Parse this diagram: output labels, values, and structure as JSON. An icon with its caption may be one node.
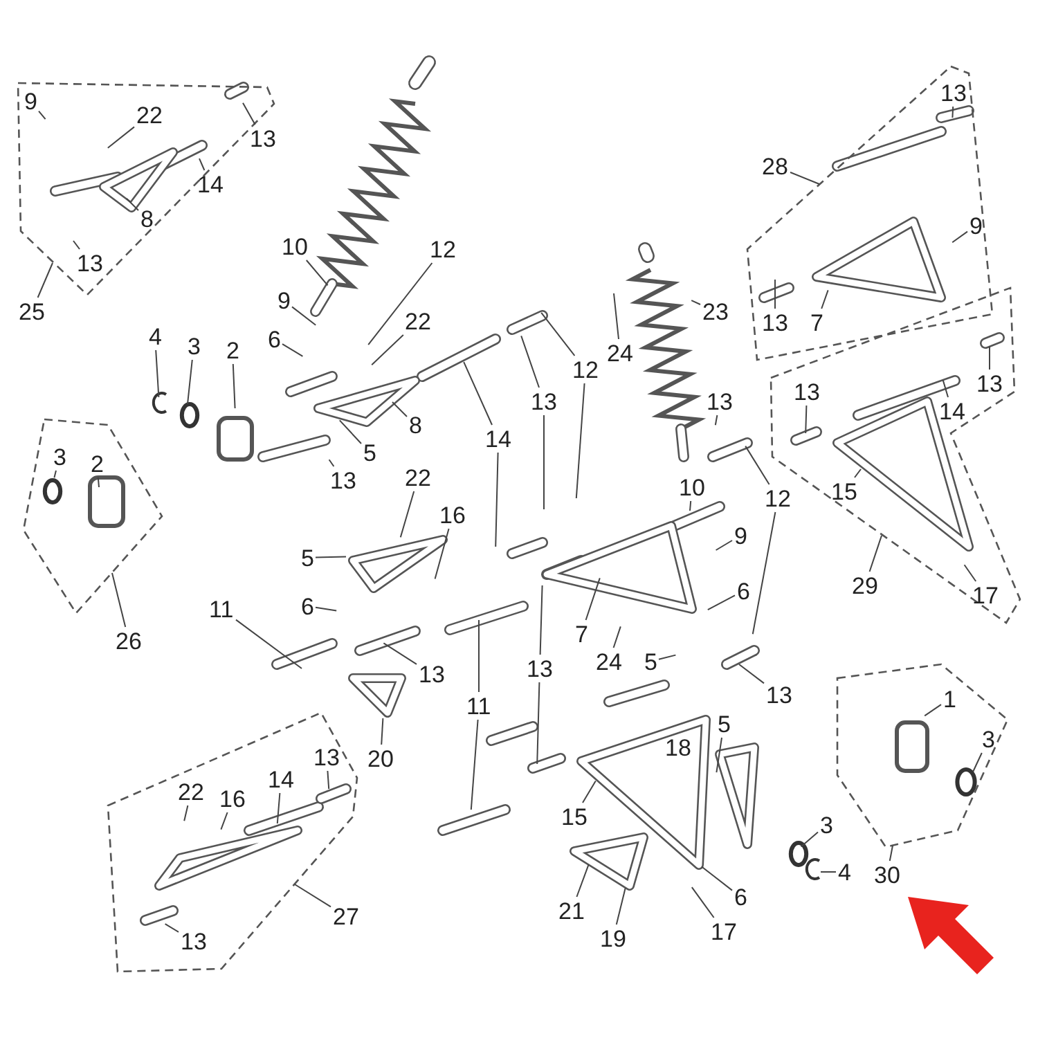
{
  "diagram": {
    "nodes": [
      {
        "text": [],
        "shape": "polygon"
      },
      {
        "text": [
          "9"
        ],
        "in": 0
      },
      {
        "text": [
          "22"
        ],
        "in": 0
      },
      {
        "text": [
          "13"
        ],
        "in": 0
      },
      {
        "text": [
          "14"
        ],
        "in": 0
      },
      {
        "text": [
          "8"
        ],
        "in": 0
      },
      {
        "text": [
          "13"
        ],
        "in": 0
      },
      {
        "text": [
          "25"
        ]
      },
      {
        "text": [],
        "shape": "polygon"
      },
      {
        "text": [
          "3"
        ],
        "in": 8
      },
      {
        "text": [
          "2"
        ],
        "in": 8
      },
      {
        "text": [
          "26"
        ]
      },
      {
        "text": [],
        "shape": "polygon"
      },
      {
        "text": [
          "13"
        ],
        "in": 12
      },
      {
        "text": [
          "9"
        ],
        "in": 12
      },
      {
        "text": [
          "13"
        ],
        "in": 12
      },
      {
        "text": [
          "7"
        ],
        "in": 12
      },
      {
        "text": [
          "28"
        ]
      },
      {
        "text": [],
        "shape": "polygon"
      },
      {
        "text": [
          "13"
        ],
        "in": 18
      },
      {
        "text": [
          "14"
        ],
        "in": 18
      },
      {
        "text": [
          "13"
        ],
        "in": 18
      },
      {
        "text": [
          "15"
        ],
        "in": 18
      },
      {
        "text": [
          "17"
        ],
        "in": 18
      },
      {
        "text": [
          "29"
        ]
      },
      {
        "text": [],
        "shape": "polygon"
      },
      {
        "text": [
          "22"
        ],
        "in": 25
      },
      {
        "text": [
          "16"
        ],
        "in": 25
      },
      {
        "text": [
          "14"
        ],
        "in": 25
      },
      {
        "text": [
          "13"
        ],
        "in": 25
      },
      {
        "text": [
          "13"
        ],
        "in": 25
      },
      {
        "text": [
          "27"
        ]
      },
      {
        "text": [],
        "shape": "polygon"
      },
      {
        "text": [
          "1"
        ],
        "in": 32
      },
      {
        "text": [
          "3"
        ],
        "in": 32
      },
      {
        "text": [
          "30"
        ]
      },
      {
        "text": [
          "12"
        ]
      },
      {
        "text": [
          "10"
        ]
      },
      {
        "text": [
          "9"
        ]
      },
      {
        "text": [
          "6"
        ]
      },
      {
        "text": [
          "22"
        ]
      },
      {
        "text": [
          "4"
        ]
      },
      {
        "text": [
          "3"
        ]
      },
      {
        "text": [
          "2"
        ]
      },
      {
        "text": [
          "8"
        ]
      },
      {
        "text": [
          "5"
        ]
      },
      {
        "text": [
          "13"
        ]
      },
      {
        "text": [
          "14"
        ]
      },
      {
        "text": [
          "13"
        ]
      },
      {
        "text": [
          "12"
        ]
      },
      {
        "text": [
          "24"
        ]
      },
      {
        "text": [
          "23"
        ]
      },
      {
        "text": [
          "13"
        ]
      },
      {
        "text": [
          "10"
        ]
      },
      {
        "text": [
          "12"
        ]
      },
      {
        "text": [
          "9"
        ]
      },
      {
        "text": [
          "6"
        ]
      },
      {
        "text": [
          "11"
        ]
      },
      {
        "text": [
          "22"
        ]
      },
      {
        "text": [
          "16"
        ]
      },
      {
        "text": [
          "5"
        ]
      },
      {
        "text": [
          "6"
        ]
      },
      {
        "text": [
          "13"
        ]
      },
      {
        "text": [
          "7"
        ]
      },
      {
        "text": [
          "24"
        ]
      },
      {
        "text": [
          "5"
        ]
      },
      {
        "text": [
          "13"
        ]
      },
      {
        "text": [
          "13"
        ]
      },
      {
        "text": [
          "11"
        ]
      },
      {
        "text": [
          "20"
        ]
      },
      {
        "text": [
          "15"
        ]
      },
      {
        "text": [
          "5"
        ]
      },
      {
        "text": [
          "3"
        ]
      },
      {
        "text": [
          "4"
        ]
      },
      {
        "text": [
          "21"
        ]
      },
      {
        "text": [
          "19"
        ]
      },
      {
        "text": [
          "6"
        ]
      },
      {
        "text": [
          "17"
        ]
      }
    ],
    "edges": [
      {
        "from": 1,
        "to": null,
        "arrow": "none"
      },
      {
        "from": 2,
        "to": null,
        "arrow": "none"
      },
      {
        "from": 3,
        "to": null,
        "arrow": "none"
      },
      {
        "from": 4,
        "to": null,
        "arrow": "none"
      },
      {
        "from": 5,
        "to": null,
        "arrow": "none"
      },
      {
        "from": 6,
        "to": null,
        "arrow": "none"
      },
      {
        "from": 7,
        "to": 0,
        "arrow": "none"
      },
      {
        "from": 9,
        "to": null,
        "arrow": "none"
      },
      {
        "from": 10,
        "to": null,
        "arrow": "none"
      },
      {
        "from": 11,
        "to": 8,
        "arrow": "none"
      },
      {
        "from": 13,
        "to": null,
        "arrow": "none"
      },
      {
        "from": 14,
        "to": null,
        "arrow": "none"
      },
      {
        "from": 15,
        "to": null,
        "arrow": "none"
      },
      {
        "from": 16,
        "to": null,
        "arrow": "none"
      },
      {
        "from": 17,
        "to": 12,
        "arrow": "none"
      },
      {
        "from": 19,
        "to": null,
        "arrow": "none"
      },
      {
        "from": 20,
        "to": null,
        "arrow": "none"
      },
      {
        "from": 21,
        "to": null,
        "arrow": "none"
      },
      {
        "from": 22,
        "to": null,
        "arrow": "none"
      },
      {
        "from": 23,
        "to": null,
        "arrow": "none"
      },
      {
        "from": 24,
        "to": 18,
        "arrow": "none"
      },
      {
        "from": 26,
        "to": null,
        "arrow": "none"
      },
      {
        "from": 27,
        "to": null,
        "arrow": "none"
      },
      {
        "from": 28,
        "to": null,
        "arrow": "none"
      },
      {
        "from": 29,
        "to": null,
        "arrow": "none"
      },
      {
        "from": 30,
        "to": null,
        "arrow": "none"
      },
      {
        "from": 31,
        "to": 25,
        "arrow": "none"
      },
      {
        "from": 33,
        "to": null,
        "arrow": "none"
      },
      {
        "from": 34,
        "to": null,
        "arrow": "none"
      },
      {
        "from": 35,
        "to": 32,
        "arrow": "none"
      },
      {
        "from": 36,
        "to": null,
        "arrow": "none"
      },
      {
        "from": 37,
        "to": null,
        "arrow": "none"
      },
      {
        "from": 38,
        "to": null,
        "arrow": "none"
      },
      {
        "from": 39,
        "to": null,
        "arrow": "none"
      },
      {
        "from": 40,
        "to": null,
        "arrow": "none"
      },
      {
        "from": 41,
        "to": null,
        "arrow": "none"
      },
      {
        "from": 42,
        "to": null,
        "arrow": "none"
      },
      {
        "from": 43,
        "to": null,
        "arrow": "none"
      },
      {
        "from": 44,
        "to": null,
        "arrow": "none"
      },
      {
        "from": 45,
        "to": null,
        "arrow": "none"
      },
      {
        "from": 46,
        "to": null,
        "arrow": "none"
      },
      {
        "from": 47,
        "to": null,
        "arrow": "none"
      },
      {
        "from": 47,
        "to": null,
        "arrow": "none"
      },
      {
        "from": 48,
        "to": null,
        "arrow": "none"
      },
      {
        "from": 48,
        "to": null,
        "arrow": "none"
      },
      {
        "from": 49,
        "to": null,
        "arrow": "none"
      },
      {
        "from": 49,
        "to": null,
        "arrow": "none"
      },
      {
        "from": 50,
        "to": null,
        "arrow": "none"
      },
      {
        "from": 51,
        "to": null,
        "arrow": "none"
      },
      {
        "from": 52,
        "to": null,
        "arrow": "none"
      },
      {
        "from": 53,
        "to": null,
        "arrow": "none"
      },
      {
        "from": 54,
        "to": null,
        "arrow": "none"
      },
      {
        "from": 54,
        "to": null,
        "arrow": "none"
      },
      {
        "from": 55,
        "to": null,
        "arrow": "none"
      },
      {
        "from": 56,
        "to": null,
        "arrow": "none"
      },
      {
        "from": 57,
        "to": null,
        "arrow": "none"
      },
      {
        "from": 58,
        "to": null,
        "arrow": "none"
      },
      {
        "from": 59,
        "to": null,
        "arrow": "none"
      },
      {
        "from": 60,
        "to": null,
        "arrow": "none"
      },
      {
        "from": 61,
        "to": null,
        "arrow": "none"
      },
      {
        "from": 62,
        "to": null,
        "arrow": "none"
      },
      {
        "from": 63,
        "to": null,
        "arrow": "none"
      },
      {
        "from": 64,
        "to": null,
        "arrow": "none"
      },
      {
        "from": 65,
        "to": null,
        "arrow": "none"
      },
      {
        "from": 66,
        "to": null,
        "arrow": "none"
      },
      {
        "from": 67,
        "to": null,
        "arrow": "none"
      },
      {
        "from": 67,
        "to": null,
        "arrow": "none"
      },
      {
        "from": 68,
        "to": null,
        "arrow": "none"
      },
      {
        "from": 68,
        "to": null,
        "arrow": "none"
      },
      {
        "from": 69,
        "to": null,
        "arrow": "none"
      },
      {
        "from": 70,
        "to": null,
        "arrow": "none"
      },
      {
        "from": 71,
        "to": null,
        "arrow": "none"
      },
      {
        "from": 72,
        "to": null,
        "arrow": "none"
      },
      {
        "from": 73,
        "to": null,
        "arrow": "none"
      },
      {
        "from": 74,
        "to": null,
        "arrow": "none"
      },
      {
        "from": 75,
        "to": null,
        "arrow": "none"
      },
      {
        "from": 76,
        "to": null,
        "arrow": "none"
      },
      {
        "from": 77,
        "to": null,
        "arrow": "none"
      }
    ],
    "labels": [
      "18"
    ]
  }
}
